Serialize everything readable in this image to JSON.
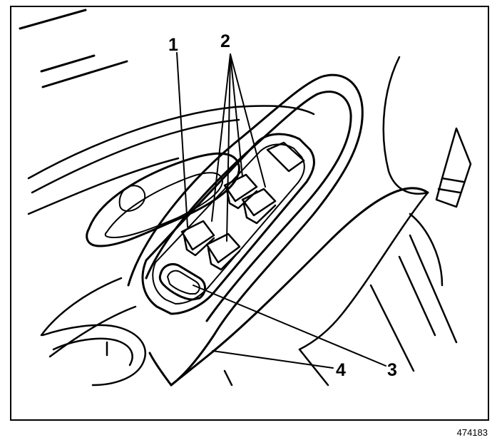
{
  "diagram": {
    "callouts": {
      "label_1": "1",
      "label_2": "2",
      "label_3": "3",
      "label_4": "4"
    },
    "figure_number": "474183"
  },
  "colors": {
    "ink": "#000000",
    "paper": "#ffffff"
  }
}
